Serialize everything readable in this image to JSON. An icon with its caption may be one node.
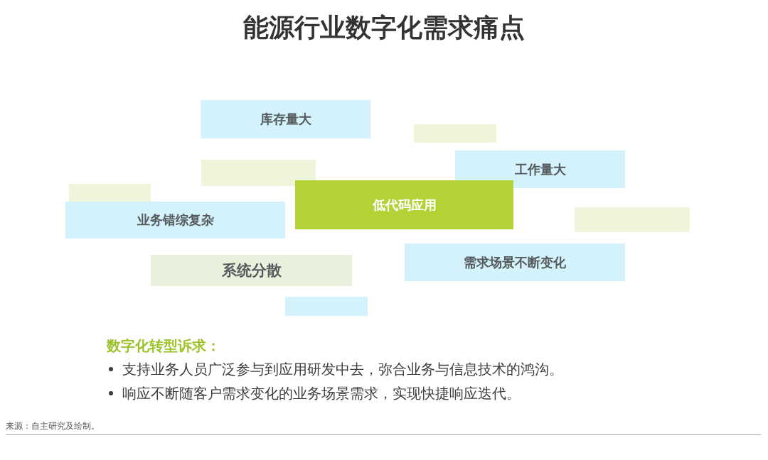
{
  "diagram": {
    "title": "能源行业数字化需求痛点",
    "nodes": [
      {
        "text": [
          "库存量大"
        ]
      },
      {
        "text": [],
        "shape": "box"
      },
      {
        "text": [
          "工作量大"
        ]
      },
      {
        "text": [],
        "shape": "box"
      },
      {
        "text": [
          "低代码应用"
        ]
      },
      {
        "text": [],
        "shape": "box"
      },
      {
        "text": [
          "业务错综复杂"
        ]
      },
      {
        "text": [],
        "shape": "box"
      },
      {
        "text": [
          "需求场景不断变化"
        ]
      },
      {
        "text": [
          "系统分散"
        ]
      },
      {
        "text": [],
        "shape": "box"
      }
    ],
    "labels": [
      "数字化转型诉求：",
      "支持业务人员广泛参与到应用研发中去，弥合业务与信息技术的鸿沟。",
      "响应不断随客户需求变化的业务场景需求，实现快捷响应迭代。",
      "来源：自主研究及绘制。"
    ]
  }
}
